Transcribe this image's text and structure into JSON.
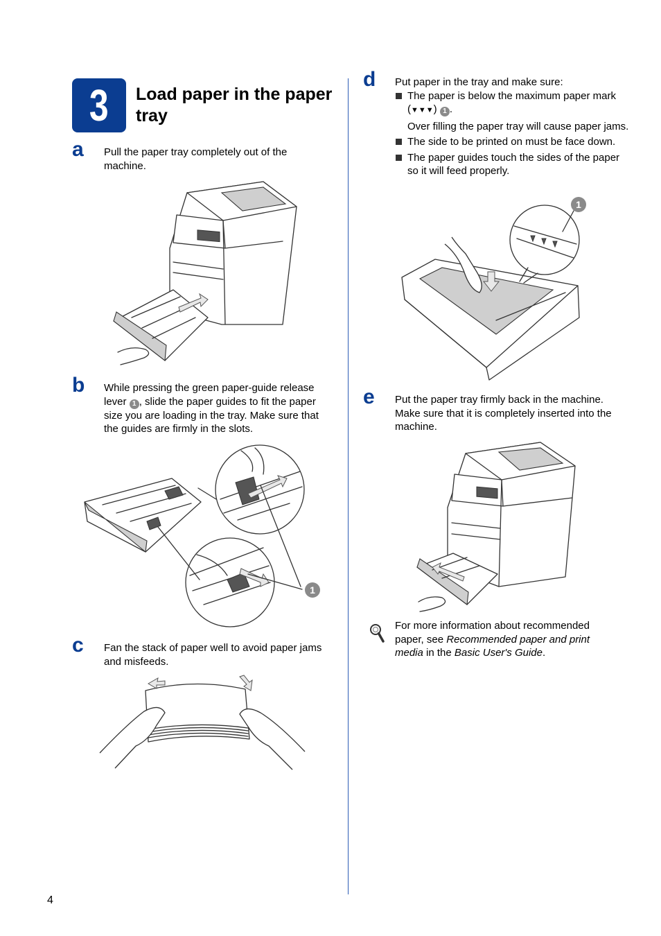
{
  "step": {
    "number": "3",
    "title": "Load paper in the paper tray"
  },
  "substeps": {
    "a": {
      "letter": "a",
      "text": "Pull the paper tray completely out of the machine."
    },
    "b": {
      "letter": "b",
      "text_before": "While pressing the green paper-guide release lever ",
      "callout": "1",
      "text_after": ", slide the paper guides to fit the paper size you are loading in the tray. Make sure that the guides are firmly in the slots."
    },
    "c": {
      "letter": "c",
      "text": "Fan the stack of paper well to avoid paper jams and misfeeds."
    },
    "d": {
      "letter": "d",
      "intro": "Put paper in the tray and make sure:",
      "bullet1_before": "The paper is below the maximum paper mark (",
      "bullet1_mark": "▼▼▼",
      "bullet1_mid": ") ",
      "bullet1_callout": "1",
      "bullet1_after": ".",
      "bullet1_note": "Over filling the paper tray will cause paper jams.",
      "bullet2": "The side to be printed on must be face down.",
      "bullet3": "The paper guides touch the sides of the paper so it will feed properly."
    },
    "e": {
      "letter": "e",
      "text": "Put the paper tray firmly back in the machine. Make sure that it is completely inserted into the machine."
    }
  },
  "note": {
    "icon": "magnifier-icon",
    "text_before": "For more information about recommended paper, see ",
    "italic1": "Recommended paper and print media",
    "text_mid": " in the ",
    "italic2": "Basic User's Guide",
    "text_after": "."
  },
  "callout_label": "1",
  "page_number": "4",
  "colors": {
    "accent": "#0b3d91",
    "divider": "#2b5bb5",
    "callout": "#8a8a8a"
  }
}
